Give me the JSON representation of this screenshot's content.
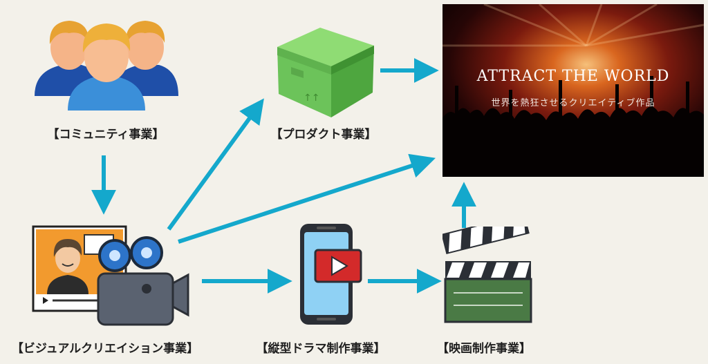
{
  "nodes": {
    "community": {
      "label": "【コミュニティ事業】"
    },
    "product": {
      "label": "【プロダクト事業】"
    },
    "visual": {
      "label": "【ビジュアルクリエイション事業】"
    },
    "drama": {
      "label": "【縦型ドラマ制作事業】"
    },
    "movie": {
      "label": "【映画制作事業】"
    }
  },
  "panel": {
    "title": "ATTRACT THE WORLD",
    "subtitle": "世界を熱狂させるクリエイティブ作品"
  },
  "icons": {
    "community": "people-group-icon",
    "product": "box-icon",
    "visual": "video-creator-icon",
    "drama": "smartphone-play-icon",
    "movie": "clapperboard-icon"
  },
  "colors": {
    "arrow": "#14a8cc",
    "background": "#f3f1ea",
    "box_green": "#6cc35a",
    "phone_blue": "#8fd1f4",
    "play_red": "#d32a2a"
  }
}
